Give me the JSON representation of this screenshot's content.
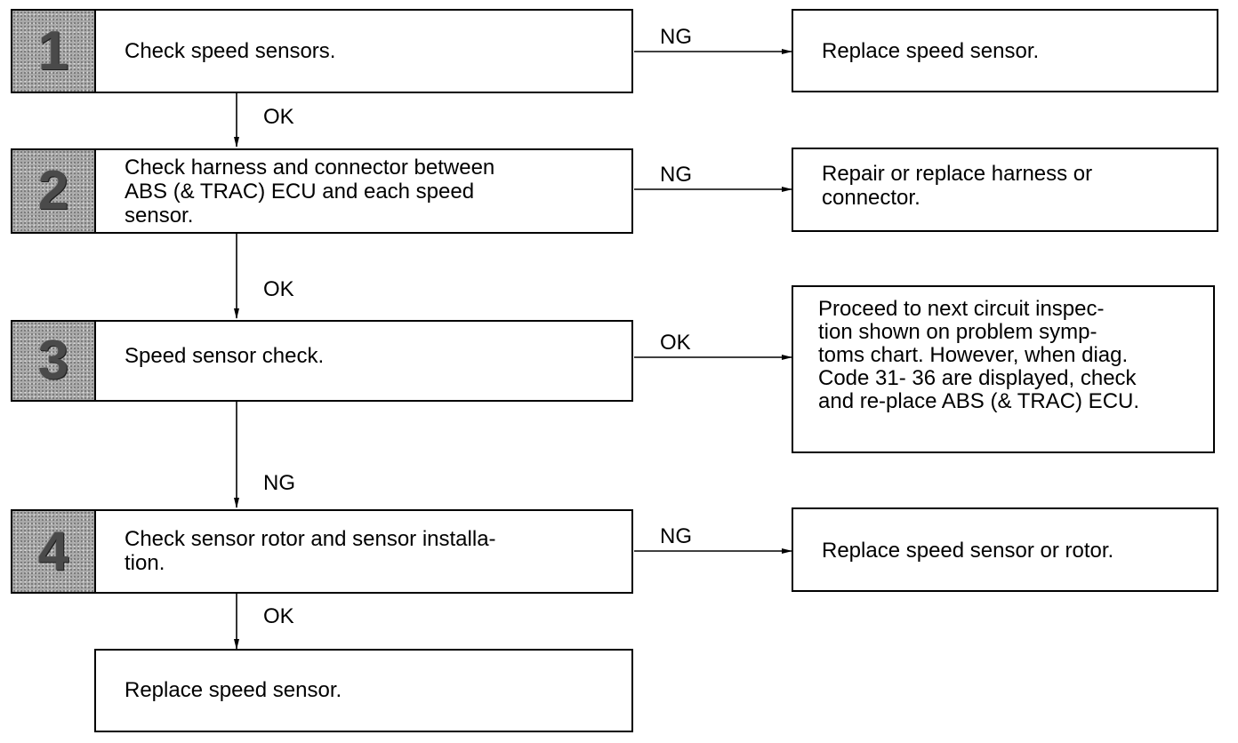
{
  "steps": [
    {
      "number": "1",
      "text": "Check speed sensors."
    },
    {
      "number": "2",
      "text": "Check harness and connector between\nABS (& TRAC) ECU and each speed\nsensor."
    },
    {
      "number": "3",
      "text": "Speed sensor check."
    },
    {
      "number": "4",
      "text": "Check sensor rotor and sensor installa-\ntion."
    }
  ],
  "final_step": {
    "text": "Replace speed sensor."
  },
  "results": [
    {
      "text": "Replace speed sensor."
    },
    {
      "text": "Repair or replace harness or\nconnector."
    },
    {
      "text": "Proceed to next circuit inspec-\ntion shown on problem symp-\ntoms chart. However, when diag.\nCode 31- 36 are displayed, check\nand re-place ABS (& TRAC) ECU."
    },
    {
      "text": "Replace speed sensor or rotor."
    }
  ],
  "branch_labels": {
    "step1_right": "NG",
    "step1_down": "OK",
    "step2_right": "NG",
    "step2_down": "OK",
    "step3_right": "OK",
    "step3_down": "NG",
    "step4_right": "NG",
    "step4_down": "OK"
  }
}
